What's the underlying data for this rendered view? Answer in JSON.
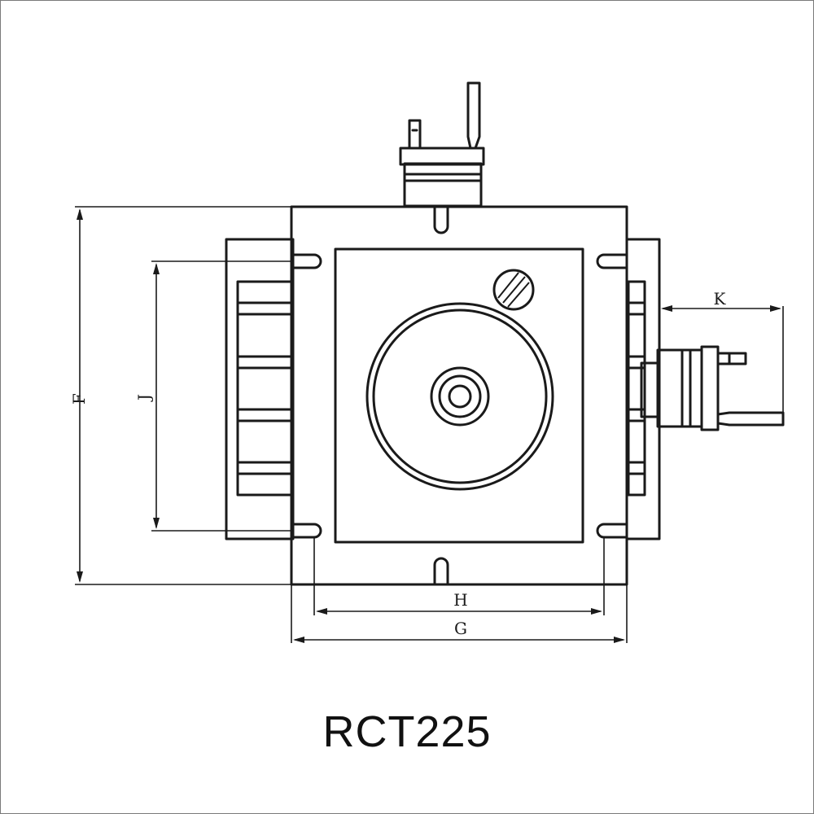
{
  "diagram": {
    "model_label": "RCT225",
    "dimension_labels": {
      "F": "F",
      "J": "J",
      "H": "H",
      "G": "G",
      "K": "K"
    }
  }
}
